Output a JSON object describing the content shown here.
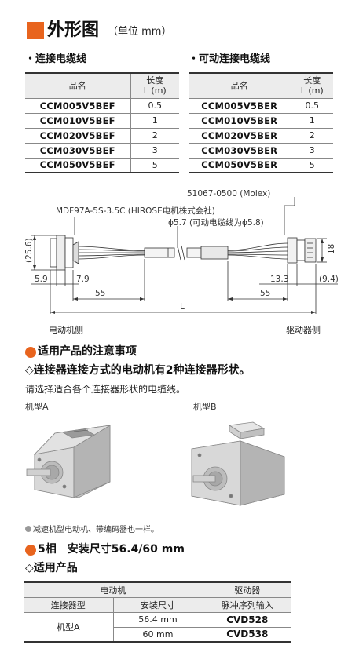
{
  "title": {
    "main": "外形图",
    "sub": "（单位 mm）"
  },
  "tables": [
    {
      "heading": "・连接电缆线",
      "col_name": "品名",
      "col_len_1": "长度",
      "col_len_2": "L (m)",
      "rows": [
        {
          "name": "CCM005V5BEF",
          "len": "0.5"
        },
        {
          "name": "CCM010V5BEF",
          "len": "1"
        },
        {
          "name": "CCM020V5BEF",
          "len": "2"
        },
        {
          "name": "CCM030V5BEF",
          "len": "3"
        },
        {
          "name": "CCM050V5BEF",
          "len": "5"
        }
      ]
    },
    {
      "heading": "・可动连接电缆线",
      "col_name": "品名",
      "col_len_1": "长度",
      "col_len_2": "L (m)",
      "rows": [
        {
          "name": "CCM005V5BER",
          "len": "0.5"
        },
        {
          "name": "CCM010V5BER",
          "len": "1"
        },
        {
          "name": "CCM020V5BER",
          "len": "2"
        },
        {
          "name": "CCM030V5BER",
          "len": "3"
        },
        {
          "name": "CCM050V5BER",
          "len": "5"
        }
      ]
    }
  ],
  "diagram": {
    "label_molex": "51067-0500 (Molex)",
    "label_hirose": "MDF97A-5S-3.5C (HIROSE电机株式会社)",
    "label_dia": "ϕ5.7 (可动电缆线为ϕ5.8)",
    "dim_25_6": "(25.6)",
    "dim_18": "18",
    "dim_5_9": "5.9",
    "dim_7_9": "7.9",
    "dim_13_3": "13.3",
    "dim_9_4": "(9.4)",
    "dim_55_left": "55",
    "dim_55_right": "55",
    "dim_L": "L",
    "side_motor": "电动机侧",
    "side_driver": "驱动器侧"
  },
  "notes": {
    "title": "适用产品的注意事项",
    "line1": "◇连接器连接方式的电动机有2种连接器形状。",
    "line2": "请选择适合各个连接器形状的电缆线。",
    "type_a": "机型A",
    "type_b": "机型B",
    "footnote": "减速机型电动机、带编码器也一样。"
  },
  "product": {
    "title": "5相　安装尺寸56.4/60 mm",
    "subtitle": "◇适用产品",
    "head_motor": "电动机",
    "head_driver": "驱动器",
    "head_conn": "连接器型",
    "head_size": "安装尺寸",
    "head_pulse": "脉冲序列输入",
    "model": "机型A",
    "rows": [
      {
        "size": "56.4 mm",
        "driver": "CVD528"
      },
      {
        "size": "60 mm",
        "driver": "CVD538"
      }
    ]
  },
  "colors": {
    "accent": "#e8641e"
  }
}
